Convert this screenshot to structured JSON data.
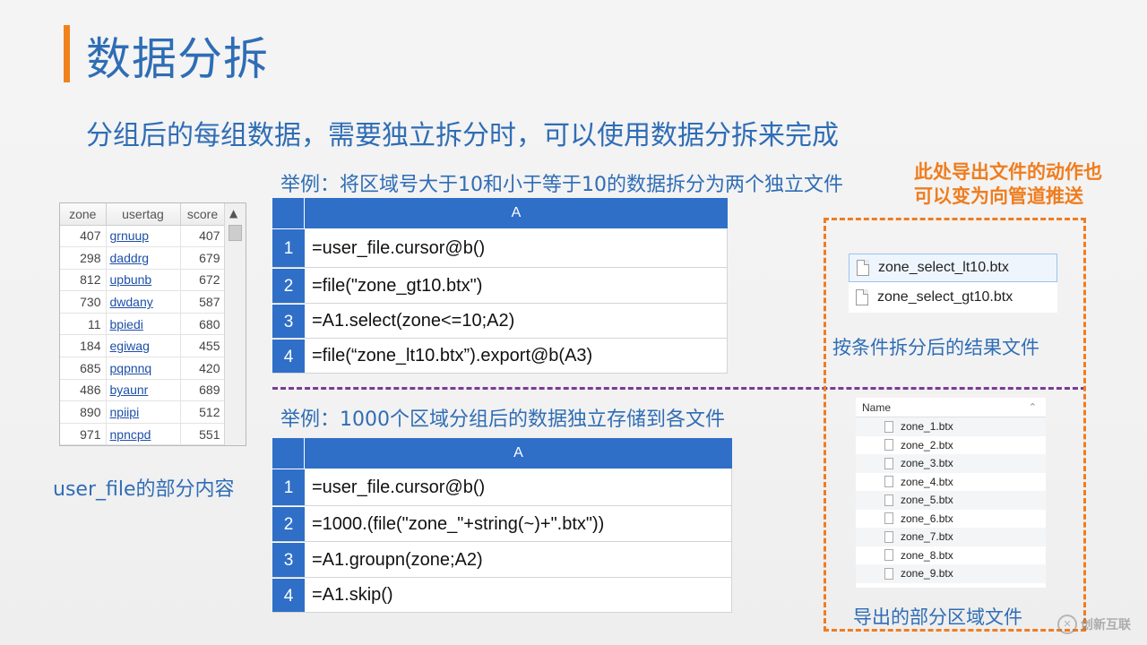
{
  "title": "数据分拆",
  "subtitle": "分组后的每组数据，需要独立拆分时，可以使用数据分拆来完成",
  "user_file": {
    "columns": [
      "zone",
      "usertag",
      "score"
    ],
    "rows": [
      [
        "407",
        "grnuup",
        "407"
      ],
      [
        "298",
        "daddrg",
        "679"
      ],
      [
        "812",
        "upbunb",
        "672"
      ],
      [
        "730",
        "dwdany",
        "587"
      ],
      [
        "11",
        "bpiedi",
        "680"
      ],
      [
        "184",
        "egiwag",
        "455"
      ],
      [
        "685",
        "pqpnnq",
        "420"
      ],
      [
        "486",
        "byaunr",
        "689"
      ],
      [
        "890",
        "npiipi",
        "512"
      ],
      [
        "971",
        "npncpd",
        "551"
      ]
    ],
    "caption": "user_file的部分内容"
  },
  "example1": {
    "heading": "举例：将区域号大于10和小于等于10的数据拆分为两个独立文件",
    "column": "A",
    "rows": [
      {
        "n": "1",
        "code": "=user_file.cursor@b()"
      },
      {
        "n": "2",
        "code": "=file(\"zone_gt10.btx\")"
      },
      {
        "n": "3",
        "code": "=A1.select(zone<=10;A2)"
      },
      {
        "n": "4",
        "code": "=file(“zone_lt10.btx”).export@b(A3)"
      }
    ]
  },
  "example2": {
    "heading": "举例：1000个区域分组后的数据独立存储到各文件",
    "column": "A",
    "rows": [
      {
        "n": "1",
        "code": "=user_file.cursor@b()"
      },
      {
        "n": "2",
        "code": "=1000.(file(\"zone_\"+string(~)+\".btx\"))"
      },
      {
        "n": "3",
        "code": "=A1.groupn(zone;A2)"
      },
      {
        "n": "4",
        "code": "=A1.skip()"
      }
    ]
  },
  "note": {
    "line1": "此处导出文件的动作也",
    "line2": "可以变为向管道推送"
  },
  "split_files": {
    "items": [
      "zone_select_lt10.btx",
      "zone_select_gt10.btx"
    ],
    "caption": "按条件拆分后的结果文件"
  },
  "zone_files": {
    "header": "Name",
    "items": [
      "zone_1.btx",
      "zone_2.btx",
      "zone_3.btx",
      "zone_4.btx",
      "zone_5.btx",
      "zone_6.btx",
      "zone_7.btx",
      "zone_8.btx",
      "zone_9.btx"
    ],
    "caption": "导出的部分区域文件"
  },
  "logo_text": "创新互联",
  "colors": {
    "accent_blue": "#2f6db5",
    "table_header_blue": "#2f6fc8",
    "accent_orange": "#ef7d1e",
    "divider_purple": "#7b3b96"
  }
}
